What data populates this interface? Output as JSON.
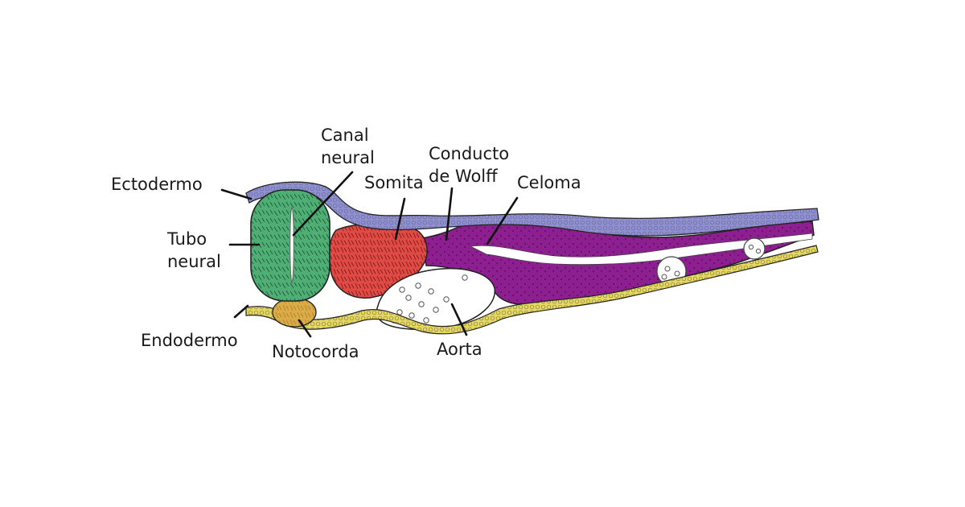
{
  "labels": {
    "ectodermo": "Ectodermo",
    "canal_neural_line1": "Canal",
    "canal_neural_line2": "neural",
    "somita": "Somita",
    "conducto_line1": "Conducto",
    "conducto_line2": "de Wolff",
    "celoma": "Celoma",
    "tubo_line1": "Tubo",
    "tubo_line2": "neural",
    "endodermo": "Endodermo",
    "notocorda": "Notocorda",
    "aorta": "Aorta"
  },
  "colors": {
    "ectoderm": "#8f8fd6",
    "neural_tube": "#4fae74",
    "somite": "#e04a45",
    "mesoderm": "#8e1f90",
    "endoderm": "#e6d85c",
    "notochord": "#d9ad45",
    "aorta": "#ffffff",
    "outline": "#222222"
  }
}
